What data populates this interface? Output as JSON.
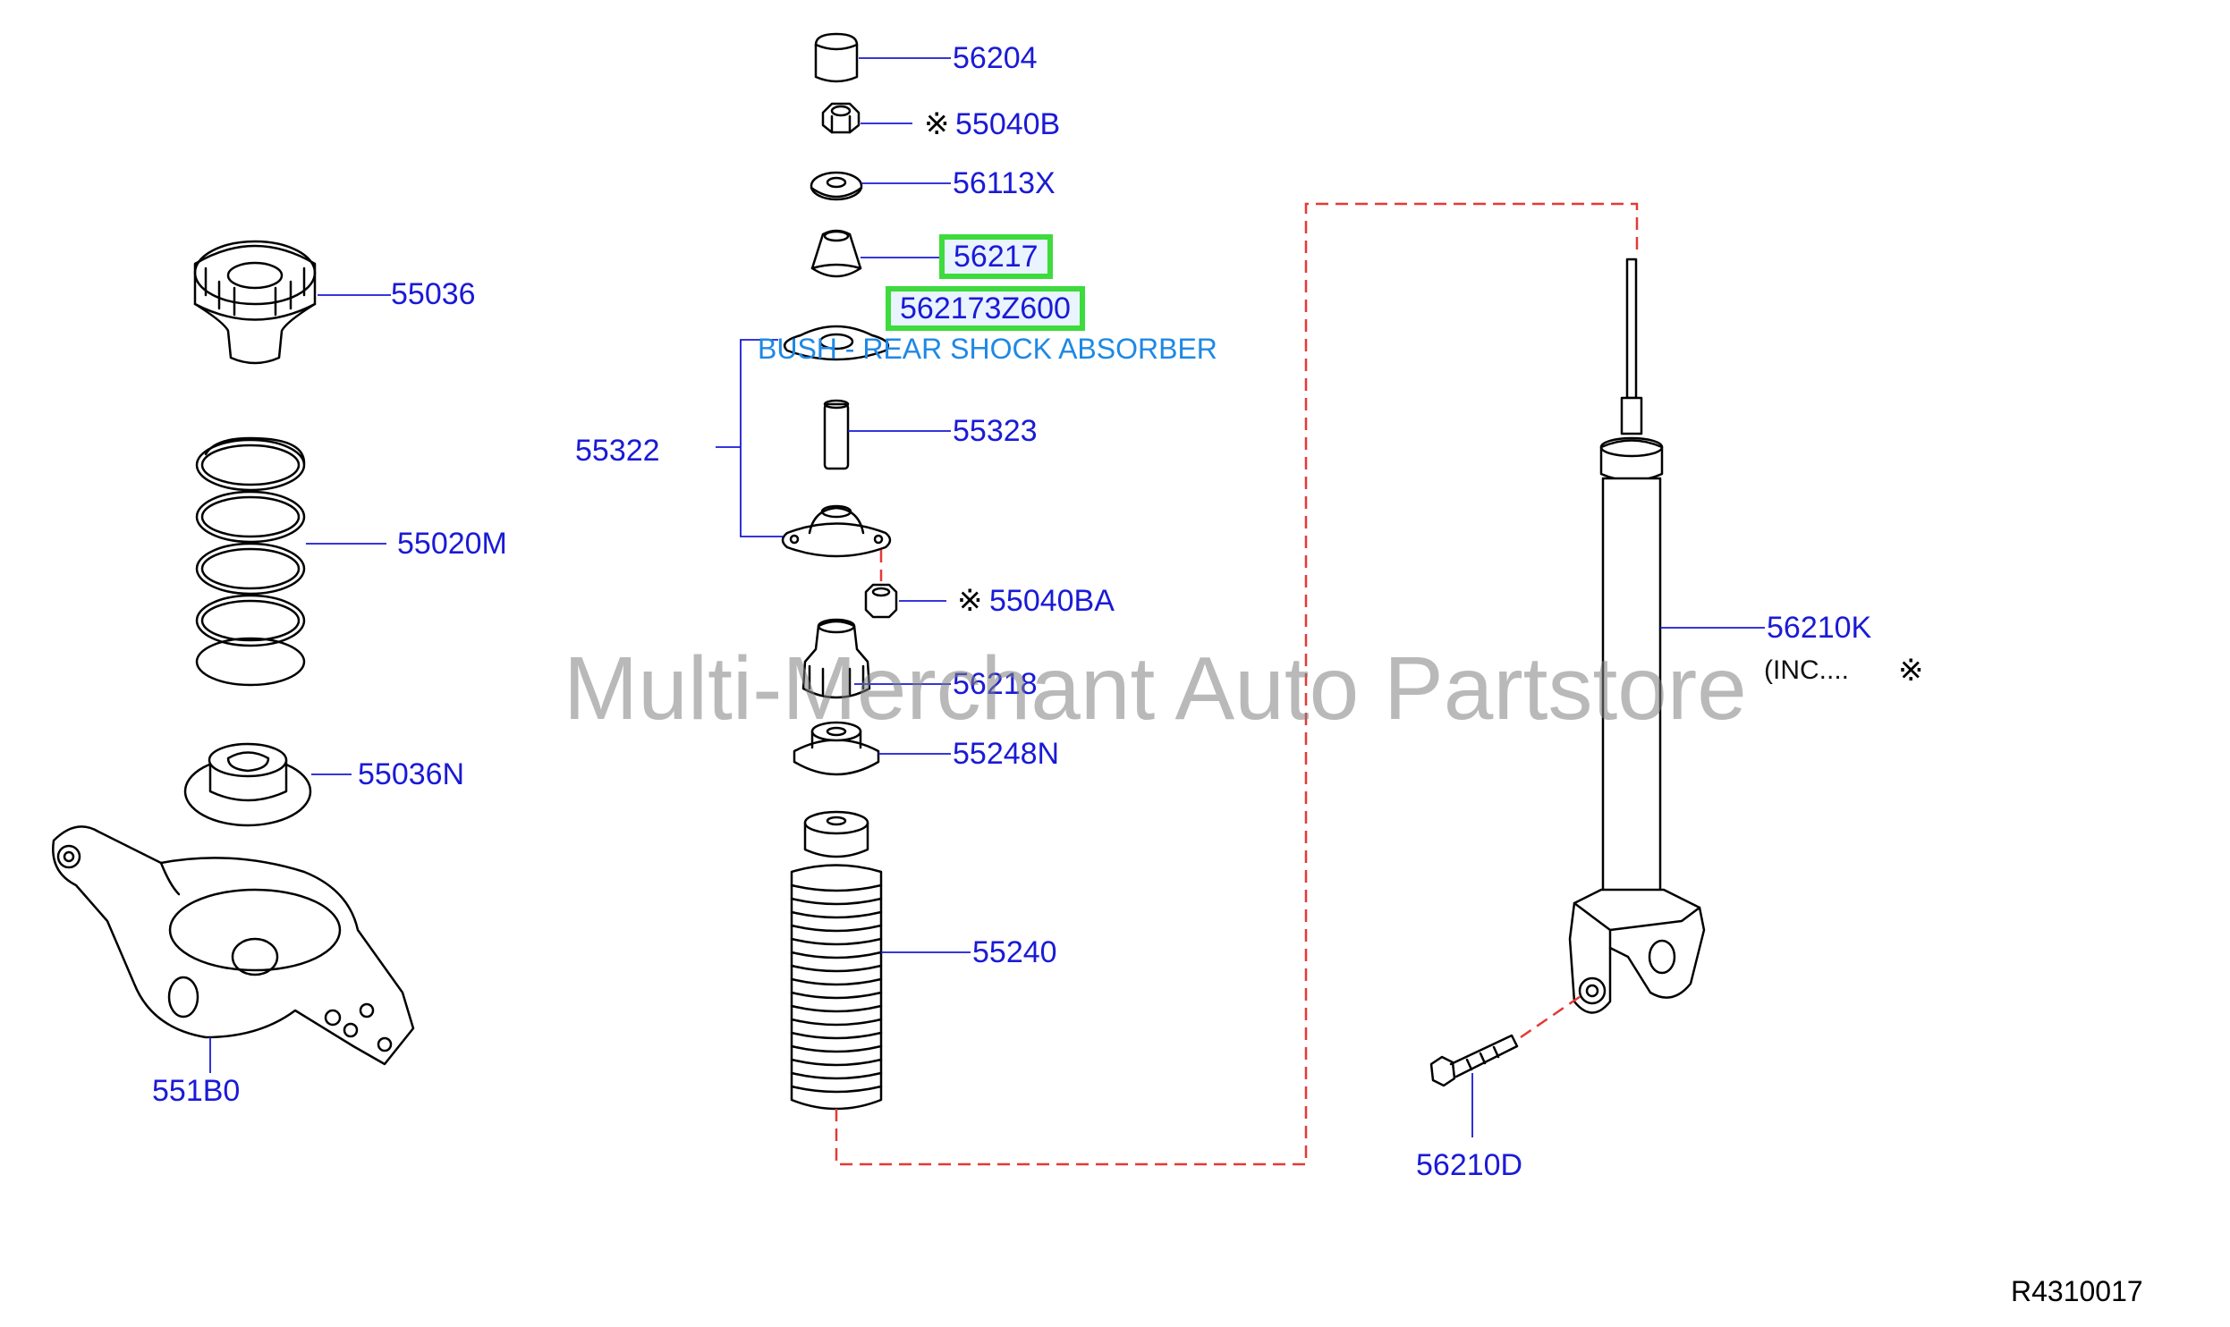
{
  "labels": {
    "p56204": "56204",
    "p55040b": "55040B",
    "p56113x": "56113X",
    "p56217": "56217",
    "p562173z600": "562173Z600",
    "bush_desc": "BUSH - REAR SHOCK ABSORBER",
    "p55036": "55036",
    "p55322": "55322",
    "p55323": "55323",
    "p55020m": "55020M",
    "p55040ba": "55040BA",
    "p56218": "56218",
    "p55036n": "55036N",
    "p55248n": "55248N",
    "p55240": "55240",
    "p551b0": "551B0",
    "p56210k": "56210K",
    "inc_note": "(INC....",
    "p56210d": "56210D",
    "ref_code": "R4310017"
  },
  "symbols": {
    "asterisk": "※"
  },
  "watermark": "Multi-Merchant Auto Partstore",
  "colors": {
    "label_blue": "#1a1ad6",
    "desc_blue": "#1e88e5",
    "highlight_green": "#3ddb3d",
    "dashed_red": "#e53935",
    "outline": "#000000"
  }
}
